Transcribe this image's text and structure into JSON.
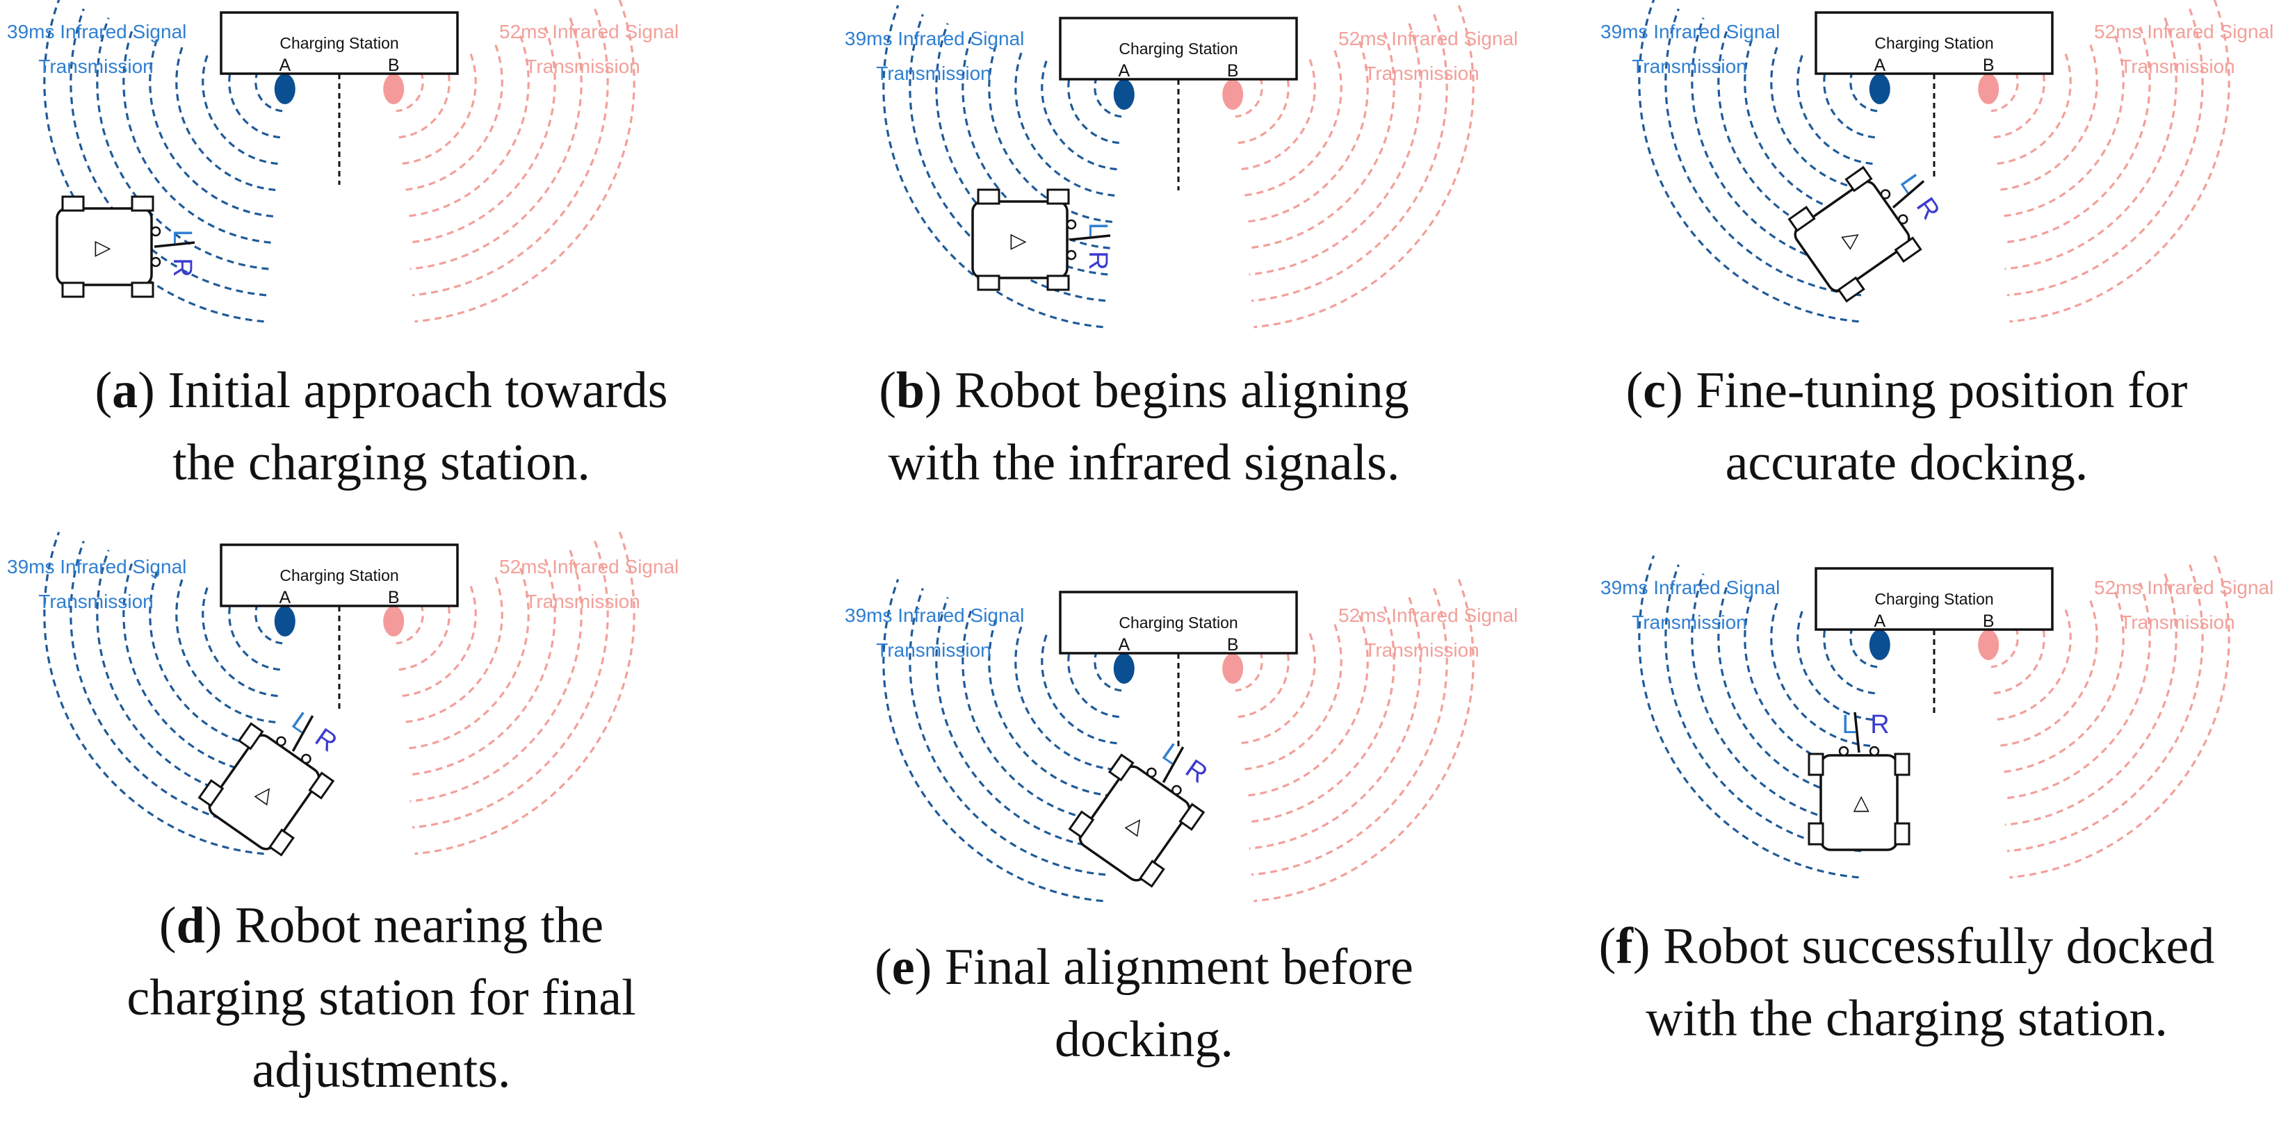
{
  "colors": {
    "blue_wave": "#1f5a99",
    "pink_wave": "#f2a09a",
    "blue_label": "#2f7fd1",
    "pink_label": "#f2a09a",
    "emitter_a": "#0b4f93",
    "emitter_b": "#f59a9a",
    "sensor_l": "#2f7fd1",
    "sensor_r": "#3b3bcf",
    "outline": "#111111"
  },
  "labels": {
    "left_signal_line1": "39ms Infrared Signal",
    "left_signal_line2": "Transmission",
    "right_signal_line1": "52ms Infrared Signal",
    "right_signal_line2": "Transmission",
    "station": "Charging Station",
    "emitter_a": "A",
    "emitter_b": "B",
    "sensor_left": "L",
    "sensor_right": "R",
    "robot_glyph": "▷"
  },
  "panels": [
    {
      "letter": "a",
      "caption_lines": [
        "Initial approach towards",
        "the charging station."
      ],
      "robot_angle_deg": 0
    },
    {
      "letter": "b",
      "caption_lines": [
        "Robot begins aligning",
        "with the infrared signals."
      ],
      "robot_angle_deg": 0
    },
    {
      "letter": "c",
      "caption_lines": [
        "Fine-tuning position for",
        "accurate docking."
      ],
      "robot_angle_deg": -35
    },
    {
      "letter": "d",
      "caption_lines": [
        "Robot nearing the",
        "charging station for final",
        "adjustments."
      ],
      "robot_angle_deg": -55
    },
    {
      "letter": "e",
      "caption_lines": [
        "Final alignment before",
        "docking."
      ],
      "robot_angle_deg": -55
    },
    {
      "letter": "f",
      "caption_lines": [
        "Robot successfully docked",
        "with the charging station."
      ],
      "robot_angle_deg": -90
    }
  ]
}
